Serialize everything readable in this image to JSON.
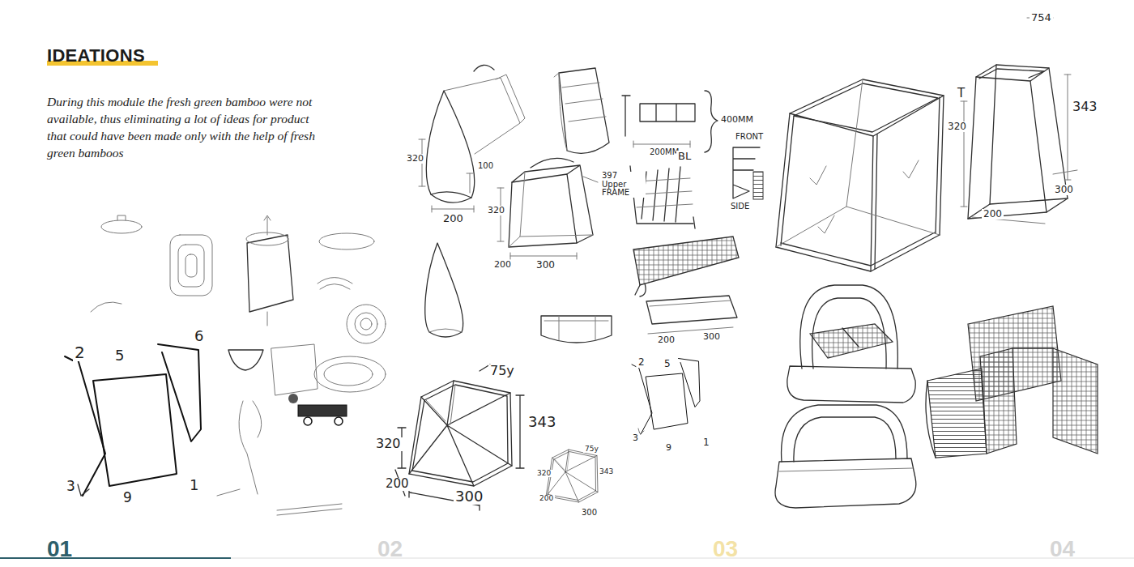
{
  "diagram": {
    "title": "IDEATIONS",
    "caption": "During this module the fresh green bamboo were not available, thus eliminating a lot of ideas for product that could have been made only with the help of fresh green bamboos",
    "labels": [
      "320",
      "100",
      "200",
      "400MM",
      "200MM",
      "397 Upper FRAME",
      "320",
      "200",
      "300",
      "BL",
      "FRONT",
      "SIDE",
      "200",
      "300",
      "754",
      "T",
      "320",
      "343",
      "200",
      "300",
      "2",
      "5",
      "6",
      "3",
      "9",
      "1",
      "75y",
      "320",
      "343",
      "200",
      "300",
      "75y",
      "320",
      "343",
      "200",
      "300",
      "2",
      "5",
      "3",
      "9",
      "1",
      "01",
      "02",
      "03",
      "04"
    ]
  }
}
